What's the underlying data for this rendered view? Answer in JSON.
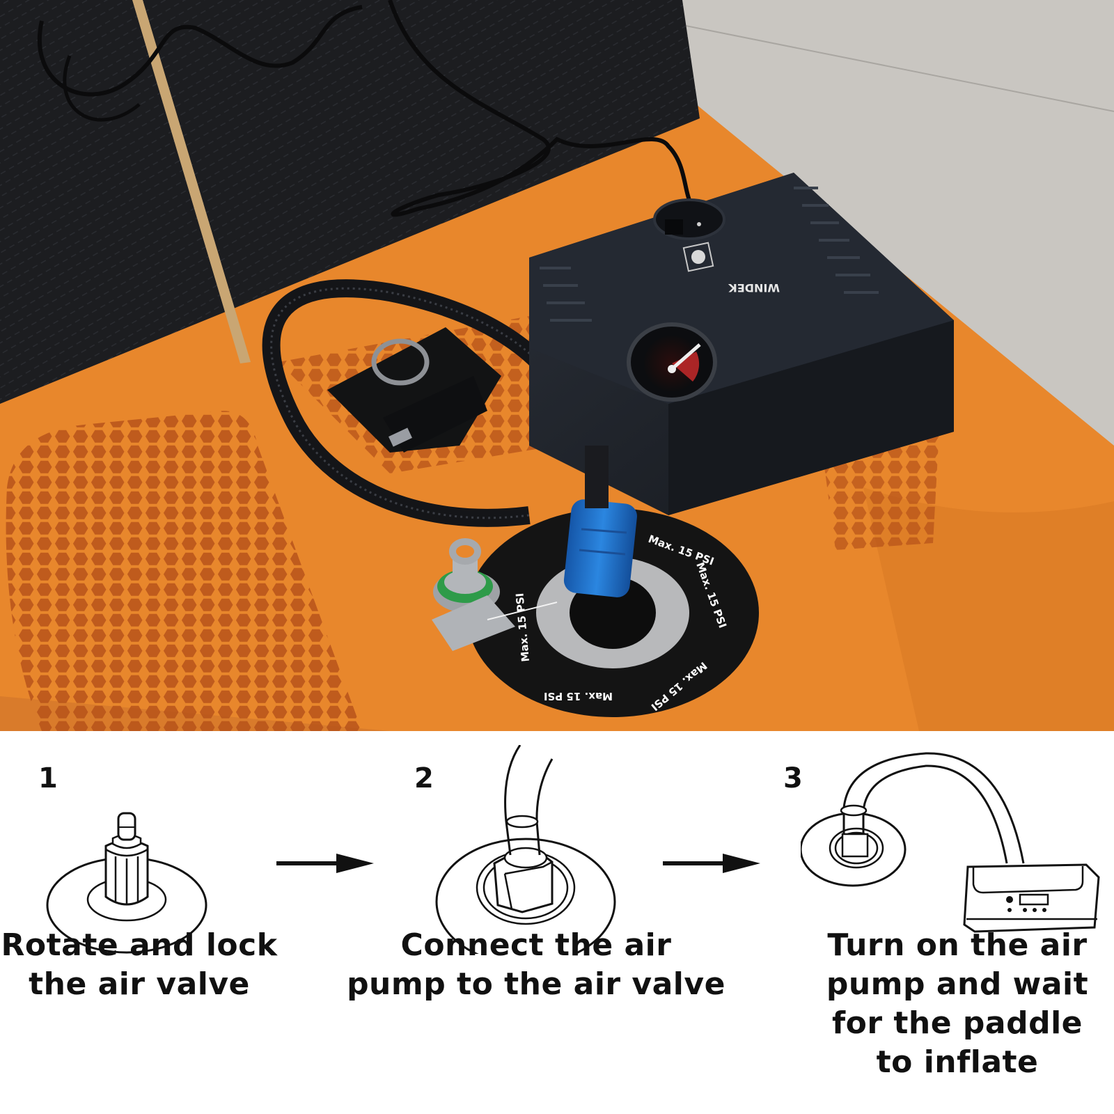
{
  "photo": {
    "alt": "Electric air compressor connected to the inflation valve of an orange and black inflatable paddle board",
    "valve_ring_text": [
      "Max. 15 PSI",
      "Max. 15 PSI",
      "Max. 15 PSI",
      "Max. 15 PSI",
      "Max. 15 PSI"
    ],
    "pump_brand": "WINDEK",
    "colors": {
      "board_orange": "#e8872c",
      "hex_pattern": "#b8541a",
      "deck_pad": "#1c1d20",
      "floor": "#c9c6c1",
      "pump_body": "#1f232b",
      "adapter_blue": "#1f74d0",
      "valve_grey": "#b8b9bb",
      "cap_green": "#2e9b49"
    }
  },
  "steps": [
    {
      "number": "1",
      "caption_lines": [
        "Rotate and lock",
        "the air valve"
      ],
      "icon": "valve-closed-icon"
    },
    {
      "number": "2",
      "caption_lines": [
        "Connect the air",
        "pump to the air valve"
      ],
      "icon": "valve-hose-connected-icon"
    },
    {
      "number": "3",
      "caption_lines": [
        "Turn on the air",
        "pump and wait",
        "for the paddle",
        "to inflate"
      ],
      "icon": "pump-inflating-icon"
    }
  ],
  "arrows": [
    "arrow-right-icon",
    "arrow-right-icon"
  ]
}
